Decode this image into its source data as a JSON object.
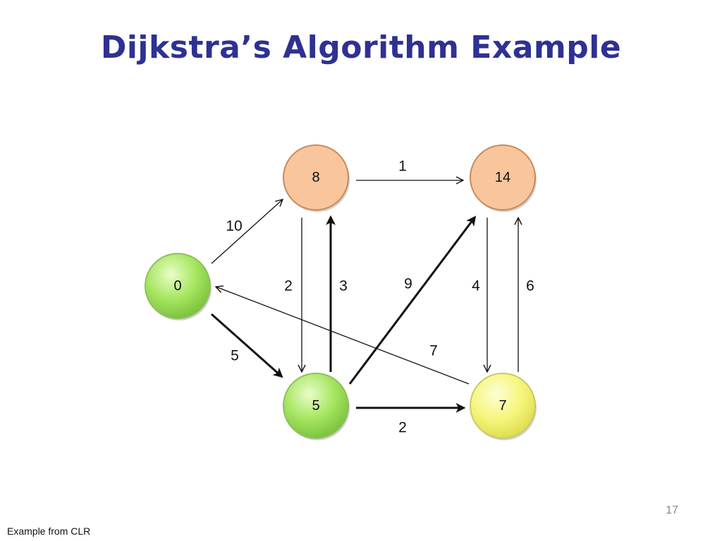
{
  "title": "Dijkstra’s Algorithm Example",
  "footnote": "Example from CLR",
  "slide_number": "17",
  "colors": {
    "title": "#2e3192",
    "orange_node": "#f9c59c",
    "green_node": "#9be05a",
    "yellow_node": "#f4f47a"
  },
  "nodes": [
    {
      "id": "s",
      "label": "0",
      "color": "green"
    },
    {
      "id": "t",
      "label": "8",
      "color": "orange"
    },
    {
      "id": "x",
      "label": "14",
      "color": "orange"
    },
    {
      "id": "y",
      "label": "5",
      "color": "green"
    },
    {
      "id": "z",
      "label": "7",
      "color": "yellow"
    }
  ],
  "edges": [
    {
      "from": "s",
      "to": "t",
      "weight": "10",
      "bold": false
    },
    {
      "from": "s",
      "to": "y",
      "weight": "5",
      "bold": true
    },
    {
      "from": "t",
      "to": "x",
      "weight": "1",
      "bold": false
    },
    {
      "from": "t",
      "to": "y",
      "weight": "2",
      "bold": false
    },
    {
      "from": "y",
      "to": "t",
      "weight": "3",
      "bold": true
    },
    {
      "from": "y",
      "to": "x",
      "weight": "9",
      "bold": true
    },
    {
      "from": "y",
      "to": "z",
      "weight": "2",
      "bold": true
    },
    {
      "from": "x",
      "to": "z",
      "weight": "4",
      "bold": false
    },
    {
      "from": "z",
      "to": "x",
      "weight": "6",
      "bold": false
    },
    {
      "from": "z",
      "to": "s",
      "weight": "7",
      "bold": false
    }
  ]
}
